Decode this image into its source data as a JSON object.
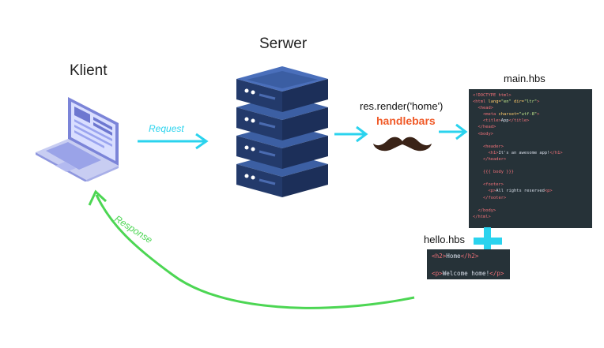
{
  "client": {
    "label": "Klient"
  },
  "server": {
    "label": "Serwer"
  },
  "request": {
    "label": "Request"
  },
  "response": {
    "label": "Response"
  },
  "render": {
    "label": "res.render('home')"
  },
  "engine": {
    "logo_text": "handlebars"
  },
  "main_file": {
    "name": "main.hbs",
    "lines": [
      [
        [
          "tag",
          "<!DOCTYPE html>"
        ]
      ],
      [
        [
          "tag",
          "<html "
        ],
        [
          "attr",
          "lang="
        ],
        [
          "str",
          "\"en\""
        ],
        [
          "attr",
          " dir="
        ],
        [
          "str",
          "\"ltr\""
        ],
        [
          "tag",
          ">"
        ]
      ],
      [
        [
          "txt",
          "  "
        ],
        [
          "tag",
          "<head>"
        ]
      ],
      [
        [
          "txt",
          "    "
        ],
        [
          "tag",
          "<meta "
        ],
        [
          "attr",
          "charset="
        ],
        [
          "str",
          "\"utf-8\""
        ],
        [
          "tag",
          ">"
        ]
      ],
      [
        [
          "txt",
          "    "
        ],
        [
          "tag",
          "<title>"
        ],
        [
          "txt",
          "App"
        ],
        [
          "tag",
          "</title>"
        ]
      ],
      [
        [
          "txt",
          "  "
        ],
        [
          "tag",
          "</head>"
        ]
      ],
      [
        [
          "txt",
          "  "
        ],
        [
          "tag",
          "<body>"
        ]
      ],
      [
        [
          "txt",
          " "
        ]
      ],
      [
        [
          "txt",
          "    "
        ],
        [
          "tag",
          "<header>"
        ]
      ],
      [
        [
          "txt",
          "      "
        ],
        [
          "tag",
          "<h1>"
        ],
        [
          "txt",
          "It's an awesome app!"
        ],
        [
          "tag",
          "</h1>"
        ]
      ],
      [
        [
          "txt",
          "    "
        ],
        [
          "tag",
          "</header>"
        ]
      ],
      [
        [
          "txt",
          " "
        ]
      ],
      [
        [
          "txt",
          "    "
        ],
        [
          "brace",
          "{{{ body }}}"
        ]
      ],
      [
        [
          "txt",
          " "
        ]
      ],
      [
        [
          "txt",
          "    "
        ],
        [
          "tag",
          "<footer>"
        ]
      ],
      [
        [
          "txt",
          "      "
        ],
        [
          "tag",
          "<p>"
        ],
        [
          "txt",
          "All rights reserved"
        ],
        [
          "tag",
          "<p>"
        ]
      ],
      [
        [
          "txt",
          "    "
        ],
        [
          "tag",
          "</footer>"
        ]
      ],
      [
        [
          "txt",
          " "
        ]
      ],
      [
        [
          "txt",
          "  "
        ],
        [
          "tag",
          "</body>"
        ]
      ],
      [
        [
          "tag",
          "</html>"
        ]
      ]
    ]
  },
  "hello_file": {
    "name": "hello.hbs",
    "lines": [
      [
        [
          "tag",
          "<h2>"
        ],
        [
          "txt",
          "Home"
        ],
        [
          "tag",
          "</h2>"
        ]
      ],
      [
        [
          "txt",
          " "
        ]
      ],
      [
        [
          "tag",
          "<p>"
        ],
        [
          "txt",
          "Welcome home!"
        ],
        [
          "tag",
          "</p>"
        ]
      ]
    ]
  },
  "colors": {
    "arrow_cyan": "#2ad3ee",
    "arrow_green": "#4cd653",
    "code_bg": "#263238",
    "server_dark": "#243968",
    "handlebars_orange": "#f05a28"
  }
}
